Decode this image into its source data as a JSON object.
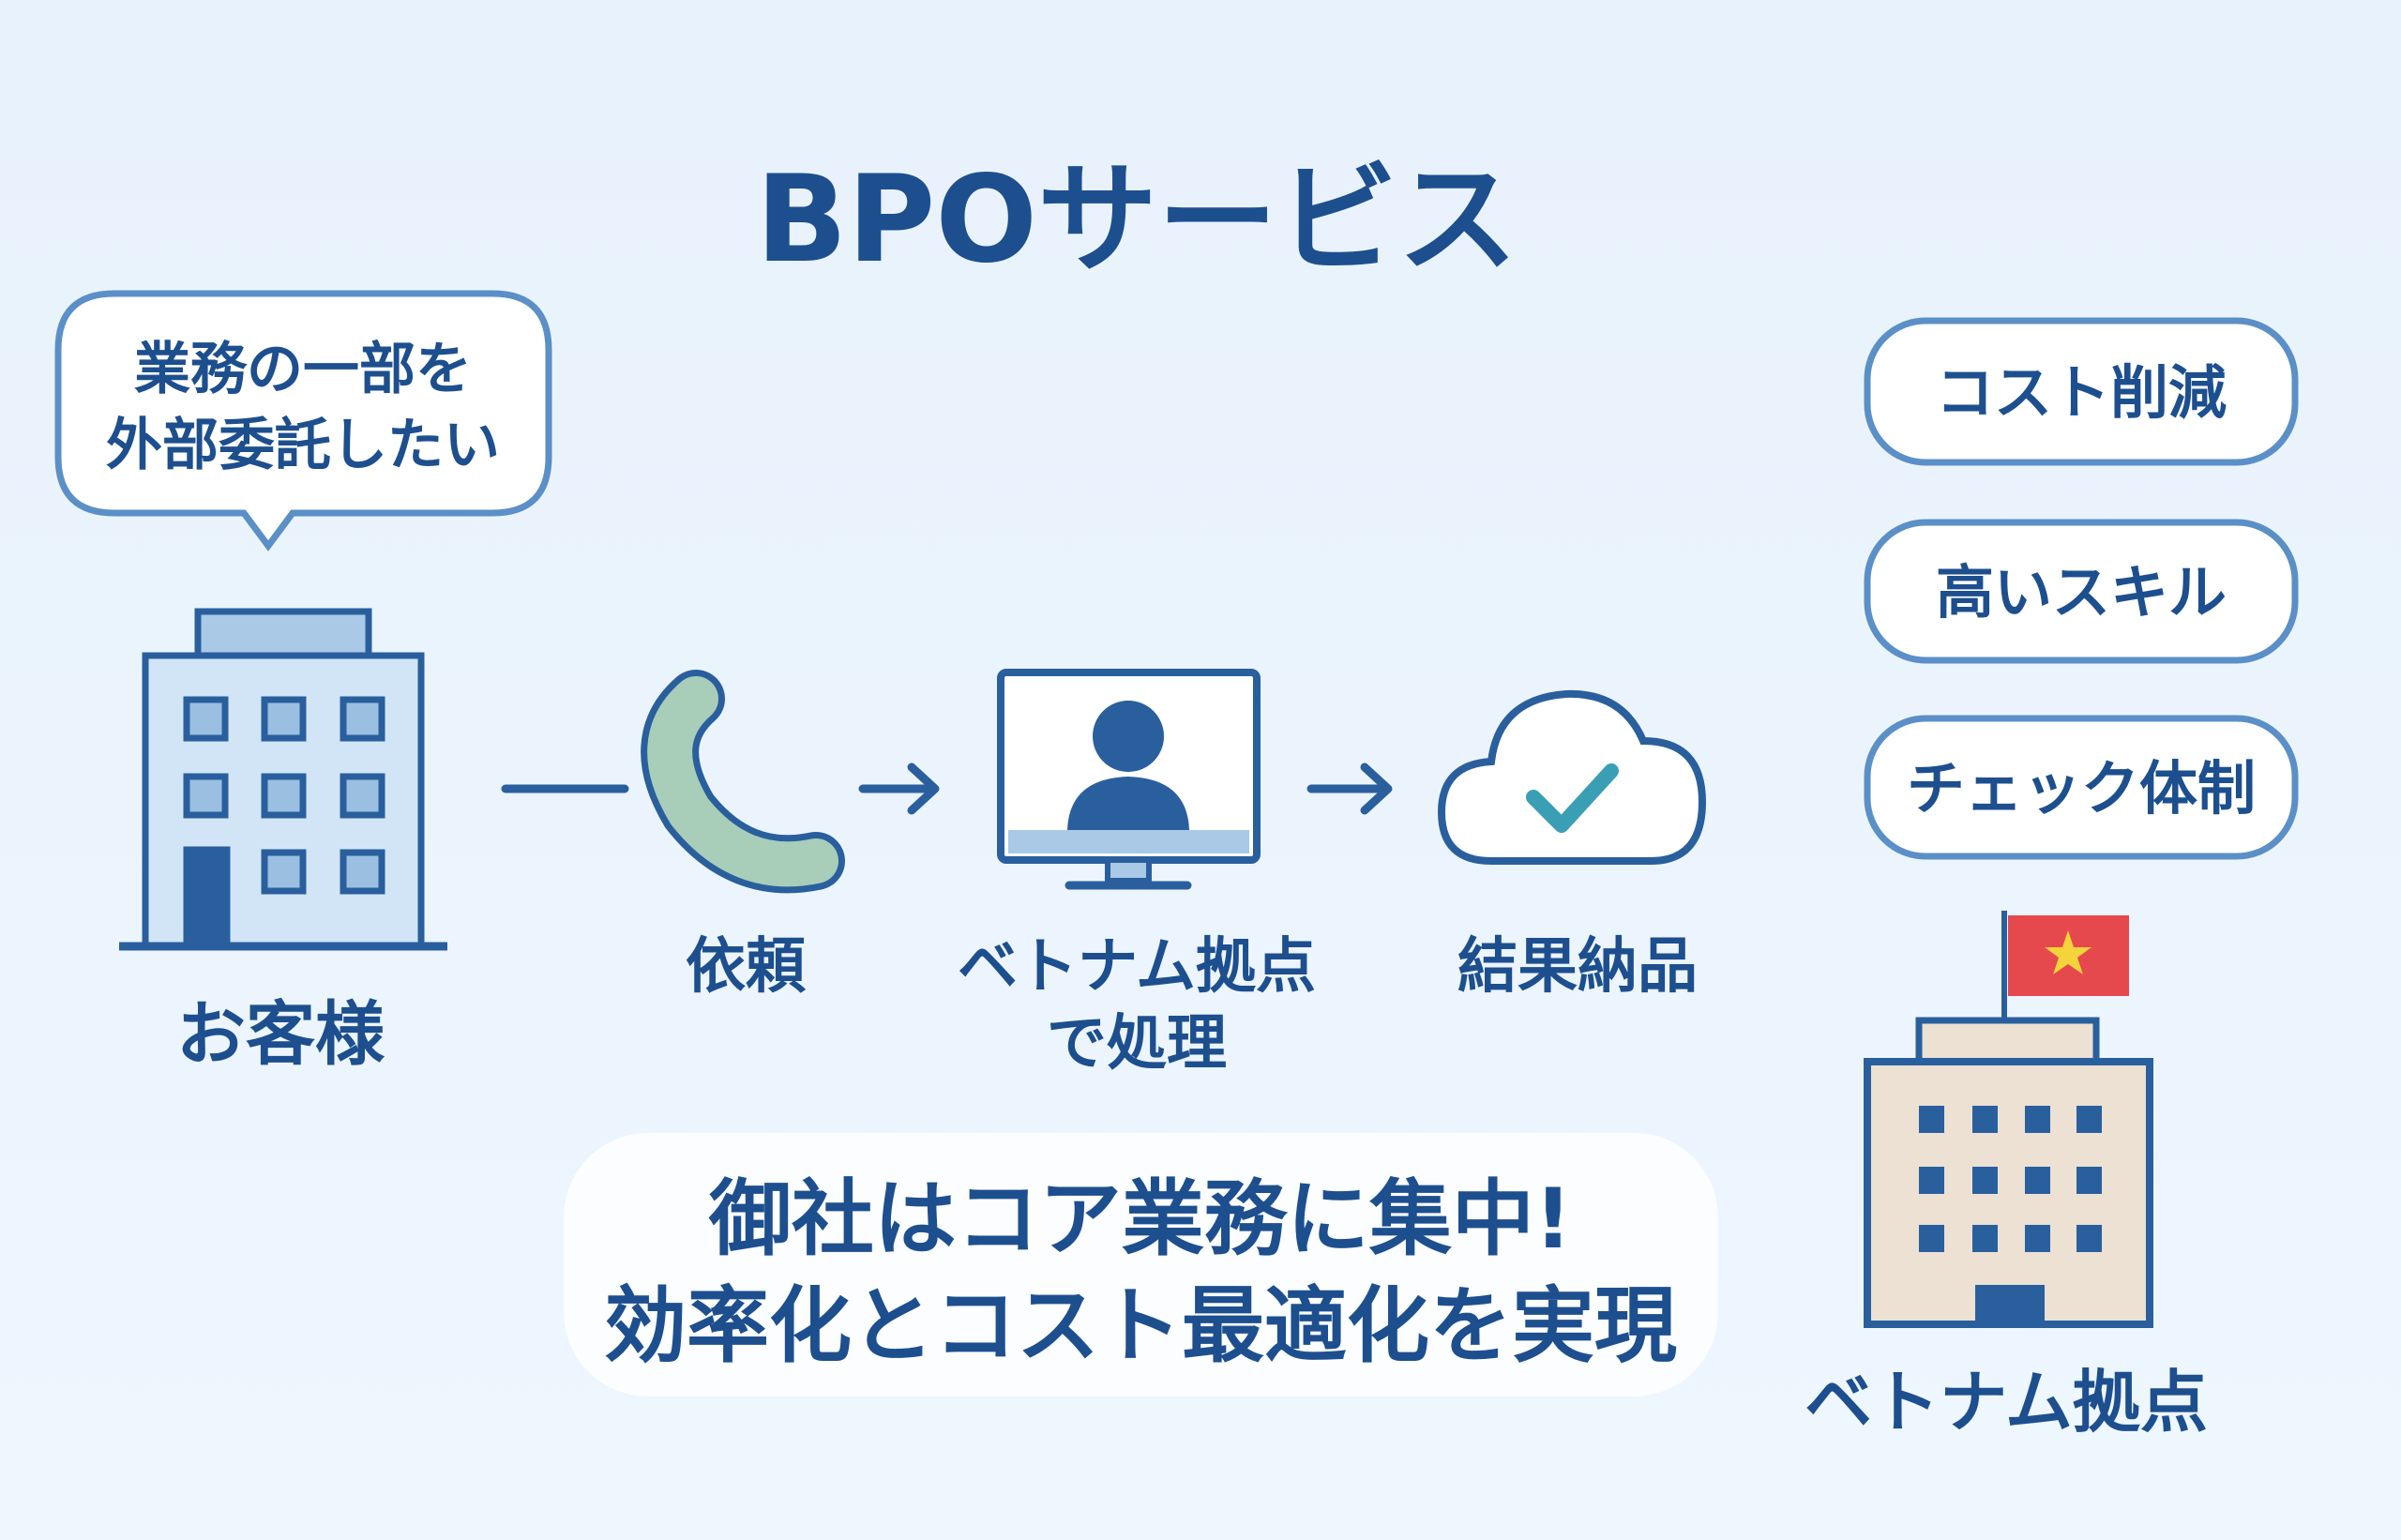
{
  "title": "BPOサービス",
  "speech_bubble": {
    "line1": "業務の一部を",
    "line2": "外部委託したい"
  },
  "customer": {
    "label": "お客様"
  },
  "flow": {
    "step1": "依頼",
    "step2_line1": "ベトナム拠点",
    "step2_line2": "で処理",
    "step3": "結果納品"
  },
  "benefits": [
    "コスト削減",
    "高いスキル",
    "チェック体制"
  ],
  "vietnam_office": {
    "label": "ベトナム拠点"
  },
  "summary": {
    "line1": "御社はコア業務に集中!",
    "line2": "効率化とコスト最適化を実現"
  },
  "colors": {
    "primary": "#1d4f8f",
    "stroke": "#2a5f9e",
    "flag": "#e5484d",
    "star": "#f5d33a",
    "phone": "#a8cdb8",
    "check": "#3a9fb5"
  }
}
